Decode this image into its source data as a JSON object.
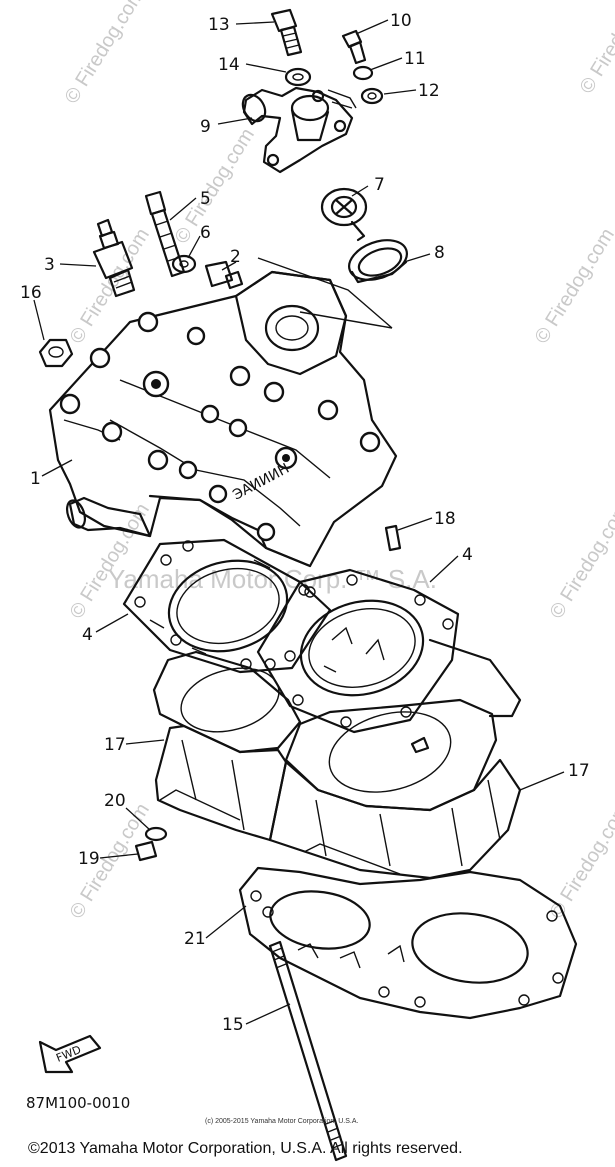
{
  "diagram": {
    "callouts": [
      "1",
      "2",
      "3",
      "4",
      "4",
      "5",
      "6",
      "7",
      "8",
      "9",
      "10",
      "11",
      "12",
      "13",
      "14",
      "15",
      "16",
      "17",
      "17",
      "18",
      "19",
      "20",
      "21"
    ],
    "fwd_label": "FWD",
    "engraving": "ЭАИИИН",
    "code": "87M100-0010",
    "small_copyright": "(c) 2005-2015 Yamaha Motor Corporation, U.S.A.",
    "copyright": "©2013 Yamaha Motor Corporation, U.S.A. All rights reserved."
  },
  "watermarks": {
    "center": "Yamaha Motor Corp. ™ S.A.",
    "side": "© Firedog.com"
  }
}
